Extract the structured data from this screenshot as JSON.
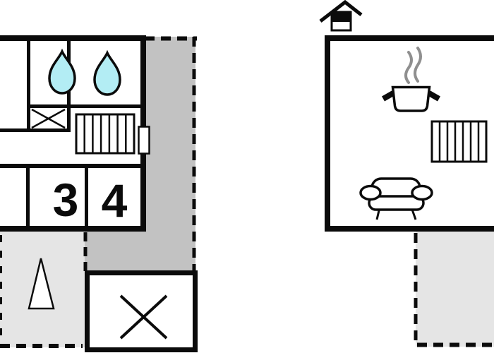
{
  "colors": {
    "wall": "#0b0b0b",
    "water": "#b3edf4",
    "area-dark": "#c2c2c2",
    "area-light": "#e5e5e5",
    "steam": "#8f8f8f",
    "paper": "#ffffff"
  },
  "left_plan": {
    "rooms": [
      {
        "label": "3"
      },
      {
        "label": "4"
      }
    ],
    "icons": [
      "water-drop",
      "water-drop",
      "shower-cross",
      "radiator",
      "door",
      "stairs-arrow",
      "storage-cross"
    ],
    "outdoor_areas": [
      "terrace-light-gray",
      "patio-dark-gray",
      "storage-box"
    ]
  },
  "right_plan": {
    "icons": [
      "fireplace-stove",
      "cooking-pot-with-steam",
      "radiator",
      "sofa"
    ],
    "outdoor_areas": [
      "terrace-light-gray"
    ]
  }
}
